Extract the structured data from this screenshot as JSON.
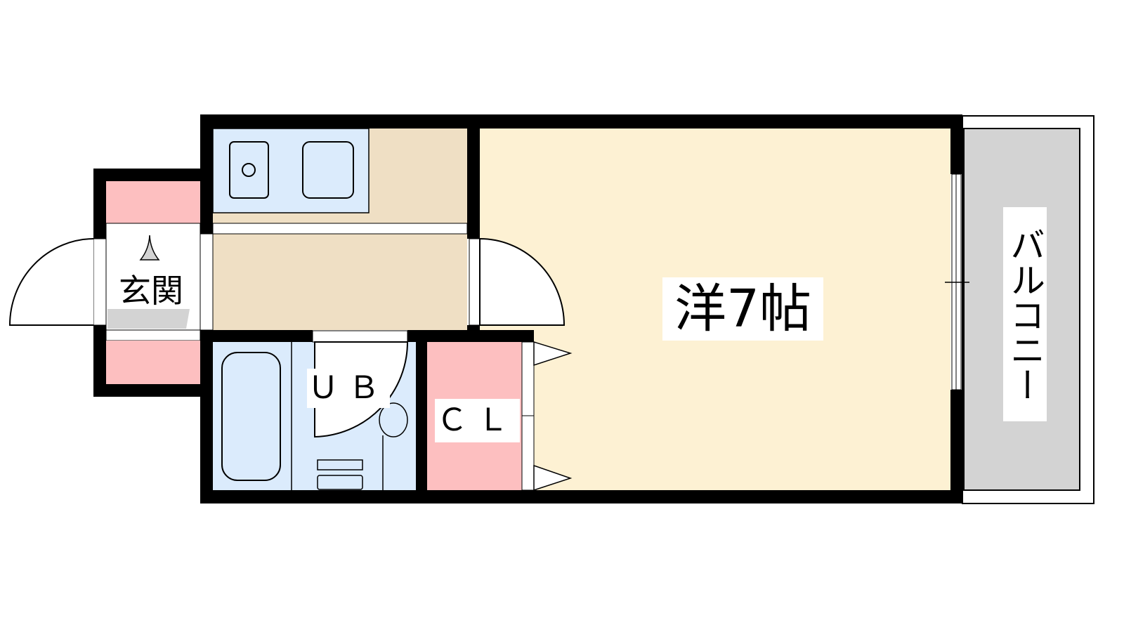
{
  "floorplan": {
    "rooms": {
      "western_room": "洋7帖",
      "entrance": "玄関",
      "unit_bath": "ＵＢ",
      "closet": "ＣＬ",
      "balcony": "バルコニー"
    },
    "colors": {
      "room": "#fdf1d3",
      "kitchen_floor": "#efdfc4",
      "water": "#dbebfc",
      "storage": "#fdbfc0",
      "balcony": "#d3d3d3",
      "entrance_floor": "#d3d3d3",
      "wall": "#000000"
    }
  }
}
